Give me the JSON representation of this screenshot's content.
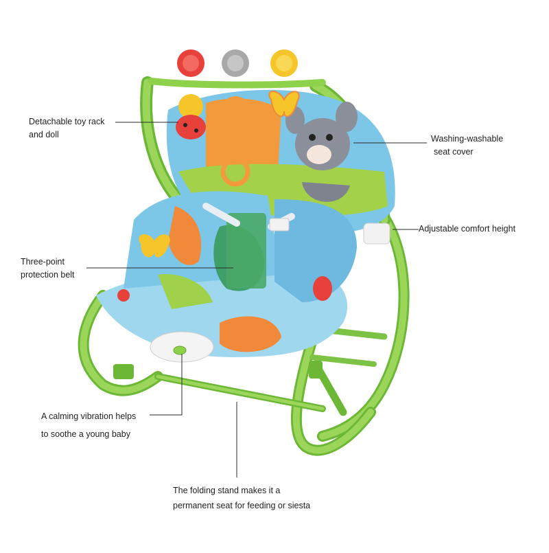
{
  "callouts": {
    "toy_rack": {
      "line1": "Detachable toy rack",
      "line2": "and doll"
    },
    "seat_cover": {
      "line1": "Washing-washable",
      "line2": "seat cover"
    },
    "comfort_height": {
      "line1": "Adjustable comfort height"
    },
    "belt": {
      "line1": "Three-point",
      "line2": "protection belt"
    },
    "vibration": {
      "line1": "A calming vibration helps",
      "line2": "to soothe a young baby"
    },
    "stand": {
      "line1": "The folding stand makes it a",
      "line2": "permanent seat for feeding or siesta"
    }
  },
  "colors": {
    "frame_green": "#8ed14a",
    "frame_dark": "#5fa830",
    "seat_blue": "#7cc6e8",
    "grass": "#9fd24a",
    "leaf_orange": "#f08a3a",
    "mouse_grey": "#8a8f99",
    "toy_red": "#e8403a",
    "toy_grey": "#a8a8a8",
    "toy_yellow": "#f5c52a"
  }
}
